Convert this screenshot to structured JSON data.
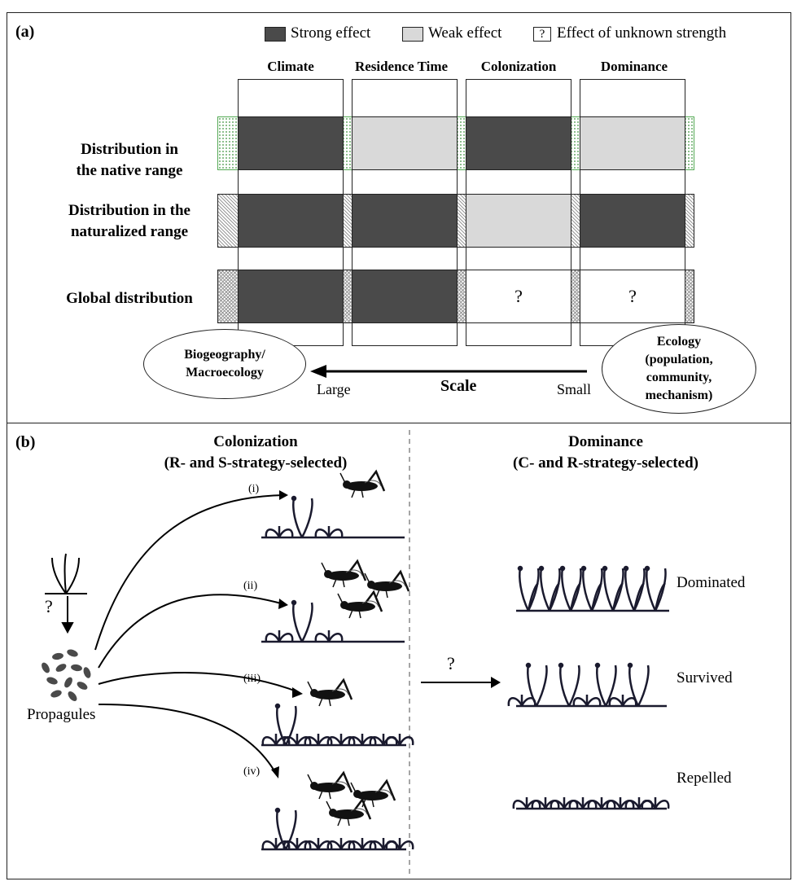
{
  "panel_a": {
    "label": "(a)",
    "legend": {
      "strong": "Strong effect",
      "weak": "Weak effect",
      "unknown_mark": "?",
      "unknown": "Effect of unknown strength"
    },
    "columns": [
      "Climate",
      "Residence Time",
      "Colonization",
      "Dominance"
    ],
    "rows": [
      {
        "label_line1": "Distribution in",
        "label_line2": "the native range",
        "cells": [
          "strong",
          "weak",
          "strong",
          "weak"
        ]
      },
      {
        "label_line1": "Distribution in the",
        "label_line2": "naturalized range",
        "cells": [
          "strong",
          "strong",
          "weak",
          "strong"
        ]
      },
      {
        "label_line1": "Global distribution",
        "label_line2": "",
        "cells": [
          "strong",
          "strong",
          "unknown",
          "unknown"
        ]
      }
    ],
    "cell_unknown_mark": "?",
    "scale": {
      "left_ellipse_line1": "Biogeography/",
      "left_ellipse_line2": "Macroecology",
      "right_ellipse_line1": "Ecology",
      "right_ellipse_line2": "(population,",
      "right_ellipse_line3": "community,",
      "right_ellipse_line4": "mechanism)",
      "large": "Large",
      "scale": "Scale",
      "small": "Small"
    },
    "colors": {
      "strong": "#4a4a4a",
      "weak": "#d9d9d9",
      "border": "#222222"
    }
  },
  "panel_b": {
    "label": "(b)",
    "colonization_title": "Colonization",
    "colonization_subtitle": "(R- and S-strategy-selected)",
    "dominance_title": "Dominance",
    "dominance_subtitle": "(C- and R-strategy-selected)",
    "question_parent": "?",
    "question_middle": "?",
    "propagules": "Propagules",
    "scenarios": [
      "(i)",
      "(ii)",
      "(iii)",
      "(iv)"
    ],
    "outcomes": [
      "Dominated",
      "Survived",
      "Repelled"
    ],
    "icons": [
      "grasshopper-icon",
      "seedling-icon",
      "propagule-icon"
    ]
  }
}
